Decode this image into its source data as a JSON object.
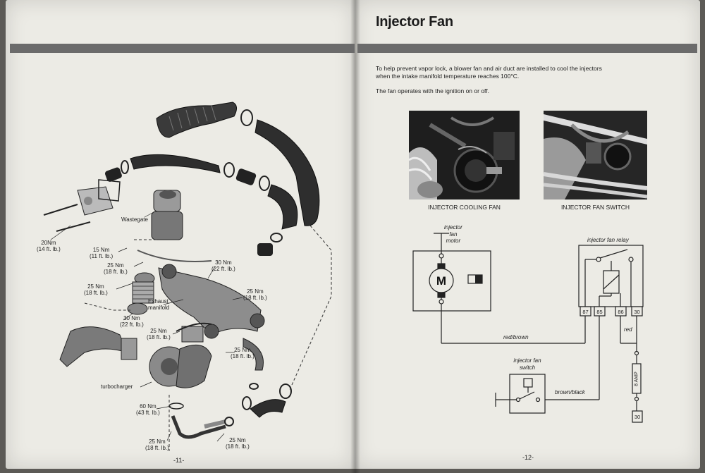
{
  "right_page": {
    "title": "Injector Fan",
    "para1_line1": "To help prevent vapor lock, a blower fan and air duct are installed to cool the injectors",
    "para1_line2": "when the intake manifold temperature reaches 100°C.",
    "para2": "The fan operates with the ignition on or off.",
    "photo1_caption": "INJECTOR COOLING FAN",
    "photo2_caption": "INJECTOR FAN SWITCH",
    "page_number": "-12-"
  },
  "schematic": {
    "motor_label": [
      "injector",
      "fan",
      "motor"
    ],
    "motor_symbol": "M",
    "relay_label": "injector fan relay",
    "relay_terminals": [
      "87",
      "85",
      "86",
      "30"
    ],
    "switch_label": [
      "injector fan",
      "switch"
    ],
    "wire_red_brown": "red/brown",
    "wire_brown_black": "brown/black",
    "wire_red": "red",
    "fuse_label": "8 AMP",
    "fuse_terminal": "30"
  },
  "left_page": {
    "page_number": "-11-",
    "labels": {
      "torque_20": [
        "20Nm",
        "(14 ft. lb.)"
      ],
      "wastegate": "Wastegate",
      "torque_15": [
        "15 Nm",
        "(11 ft. lb.)"
      ],
      "torque_25a": [
        "25 Nm",
        "(18 ft. lb.)"
      ],
      "torque_30a": [
        "30 Nm",
        "(22 ft. lb.)"
      ],
      "torque_25b": [
        "25 Nm",
        "(18 ft. lb.)"
      ],
      "torque_25c": [
        "25 Nm",
        "(18 ft. lb.)"
      ],
      "exhaust_manifold": [
        "Exhaust",
        "manifold"
      ],
      "torque_30b": [
        "30 Nm",
        "(22 ft. lb.)"
      ],
      "torque_25d": [
        "25 Nm",
        "(18 ft. lb.)"
      ],
      "torque_25e": [
        "25 Nm",
        "(18 ft. lb.)"
      ],
      "turbocharger": "turbocharger",
      "torque_60": [
        "60 Nm",
        "(43 ft. lb.)"
      ],
      "torque_25f": [
        "25 Nm",
        "(18 ft. lb.)"
      ],
      "torque_25g": [
        "25 Nm",
        "(18 ft. lb.)"
      ]
    }
  }
}
